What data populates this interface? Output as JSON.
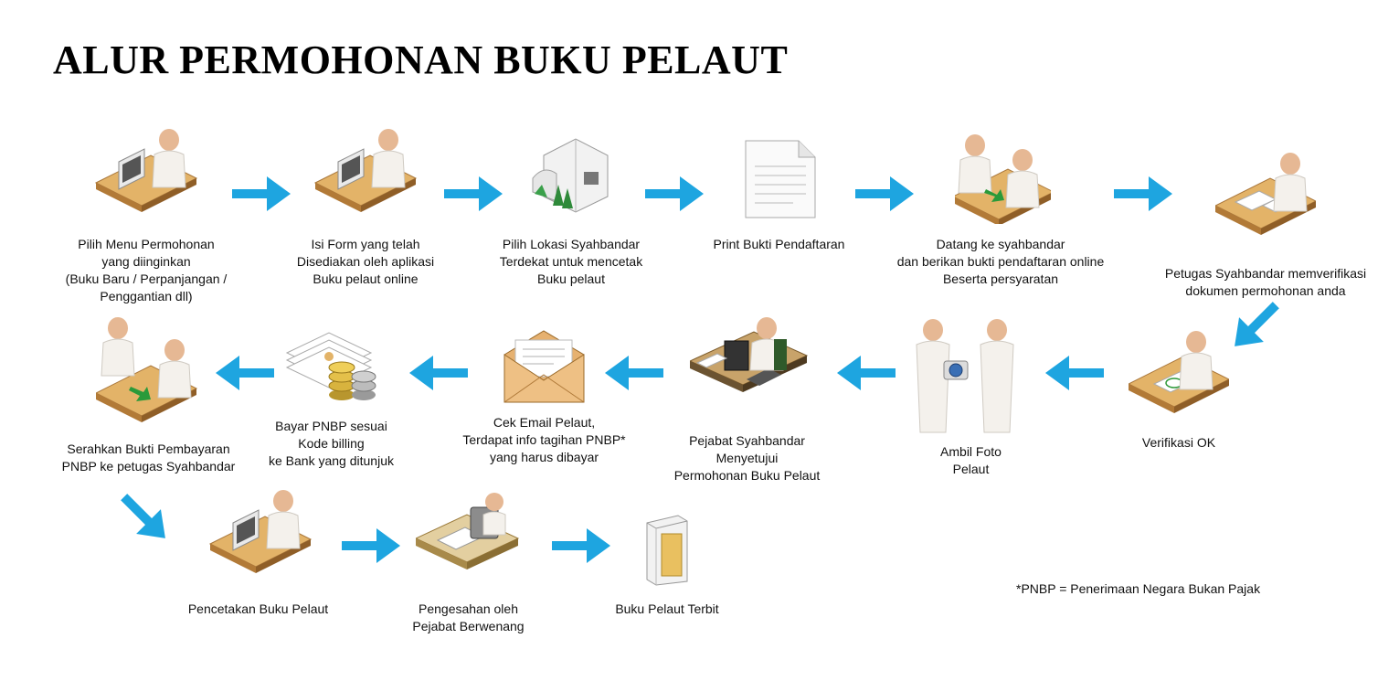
{
  "title": "ALUR PERMOHONAN BUKU PELAUT",
  "colors": {
    "arrow": "#1ea5e0",
    "desk": "#e3b368",
    "person": "#e9c7a0",
    "paper": "#ffffff"
  },
  "steps": [
    {
      "icon": "person-at-computer-desk-icon",
      "label": "Pilih Menu Permohonan\nyang diinginkan\n(Buku Baru / Perpanjangan /\nPenggantian dll)"
    },
    {
      "icon": "person-at-computer-desk-icon",
      "label": "Isi Form yang telah\nDisediakan oleh aplikasi\nBuku pelaut online"
    },
    {
      "icon": "office-building-icon",
      "label": "Pilih Lokasi Syahbandar\nTerdekat untuk mencetak\nBuku pelaut"
    },
    {
      "icon": "document-icon",
      "label": "Print Bukti Pendaftaran"
    },
    {
      "icon": "two-people-exchange-icon",
      "label": "Datang ke syahbandar\ndan berikan bukti pendaftaran online\nBeserta persyaratan"
    },
    {
      "icon": "person-reviewing-documents-icon",
      "label": "Petugas Syahbandar memverifikasi\ndokumen permohonan anda"
    },
    {
      "icon": "person-approving-document-icon",
      "label": "Verifikasi OK"
    },
    {
      "icon": "photographer-icon",
      "label": "Ambil Foto\nPelaut"
    },
    {
      "icon": "official-at-workstation-icon",
      "label": "Pejabat Syahbandar\nMenyetujui\nPermohonan Buku Pelaut"
    },
    {
      "icon": "email-envelope-icon",
      "label": "Cek Email Pelaut,\nTerdapat info tagihan PNBP*\nyang harus dibayar"
    },
    {
      "icon": "bills-and-coins-icon",
      "label": "Bayar PNBP sesuai\nKode billing\nke Bank yang ditunjuk"
    },
    {
      "icon": "two-people-exchange-icon",
      "label": "Serahkan Bukti Pembayaran\nPNBP ke petugas Syahbandar"
    },
    {
      "icon": "person-at-computer-desk-icon",
      "label": "Pencetakan Buku Pelaut"
    },
    {
      "icon": "stamping-machine-icon",
      "label": "Pengesahan oleh\nPejabat Berwenang"
    },
    {
      "icon": "booklet-icon",
      "label": "Buku Pelaut Terbit"
    }
  ],
  "footnote": "*PNBP = Penerimaan Negara Bukan Pajak"
}
